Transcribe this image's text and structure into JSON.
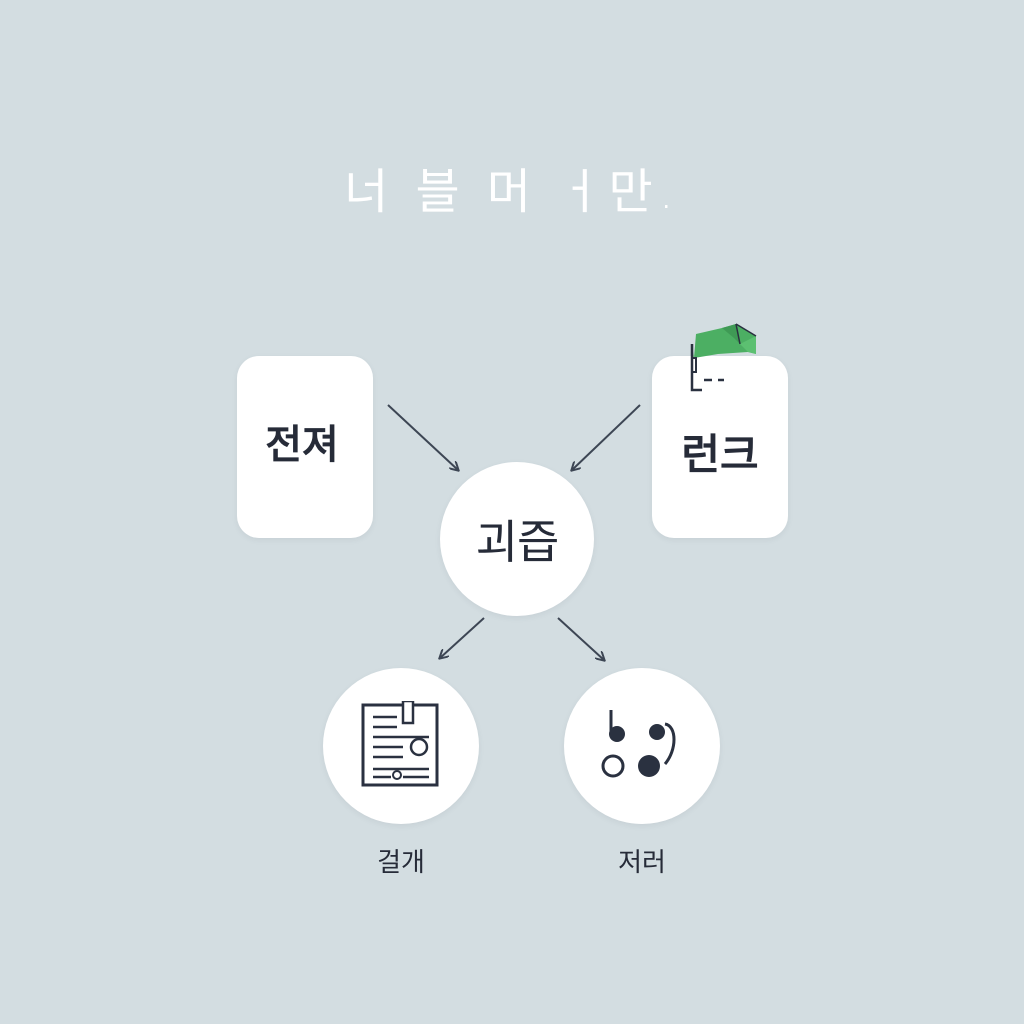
{
  "title": "너 블 머 ㅓ만.",
  "nodes": {
    "left_card": {
      "label": "전져",
      "icon": "none"
    },
    "right_card": {
      "label": "런크",
      "icon": "document-tag-icon",
      "accent_color": "#4caf63"
    },
    "center": {
      "label": "괴즙"
    },
    "bottom_left": {
      "label": "걸개",
      "icon": "form-document-icon"
    },
    "bottom_right": {
      "label": "저러",
      "icon": "music-notes-icon"
    }
  },
  "edges": [
    {
      "from": "left_card",
      "to": "center"
    },
    {
      "from": "right_card",
      "to": "center"
    },
    {
      "from": "center",
      "to": "bottom_left"
    },
    {
      "from": "center",
      "to": "bottom_right"
    }
  ],
  "colors": {
    "background": "#d3dde1",
    "card": "#ffffff",
    "arrow": "#3d4654",
    "text": "#262b38"
  }
}
